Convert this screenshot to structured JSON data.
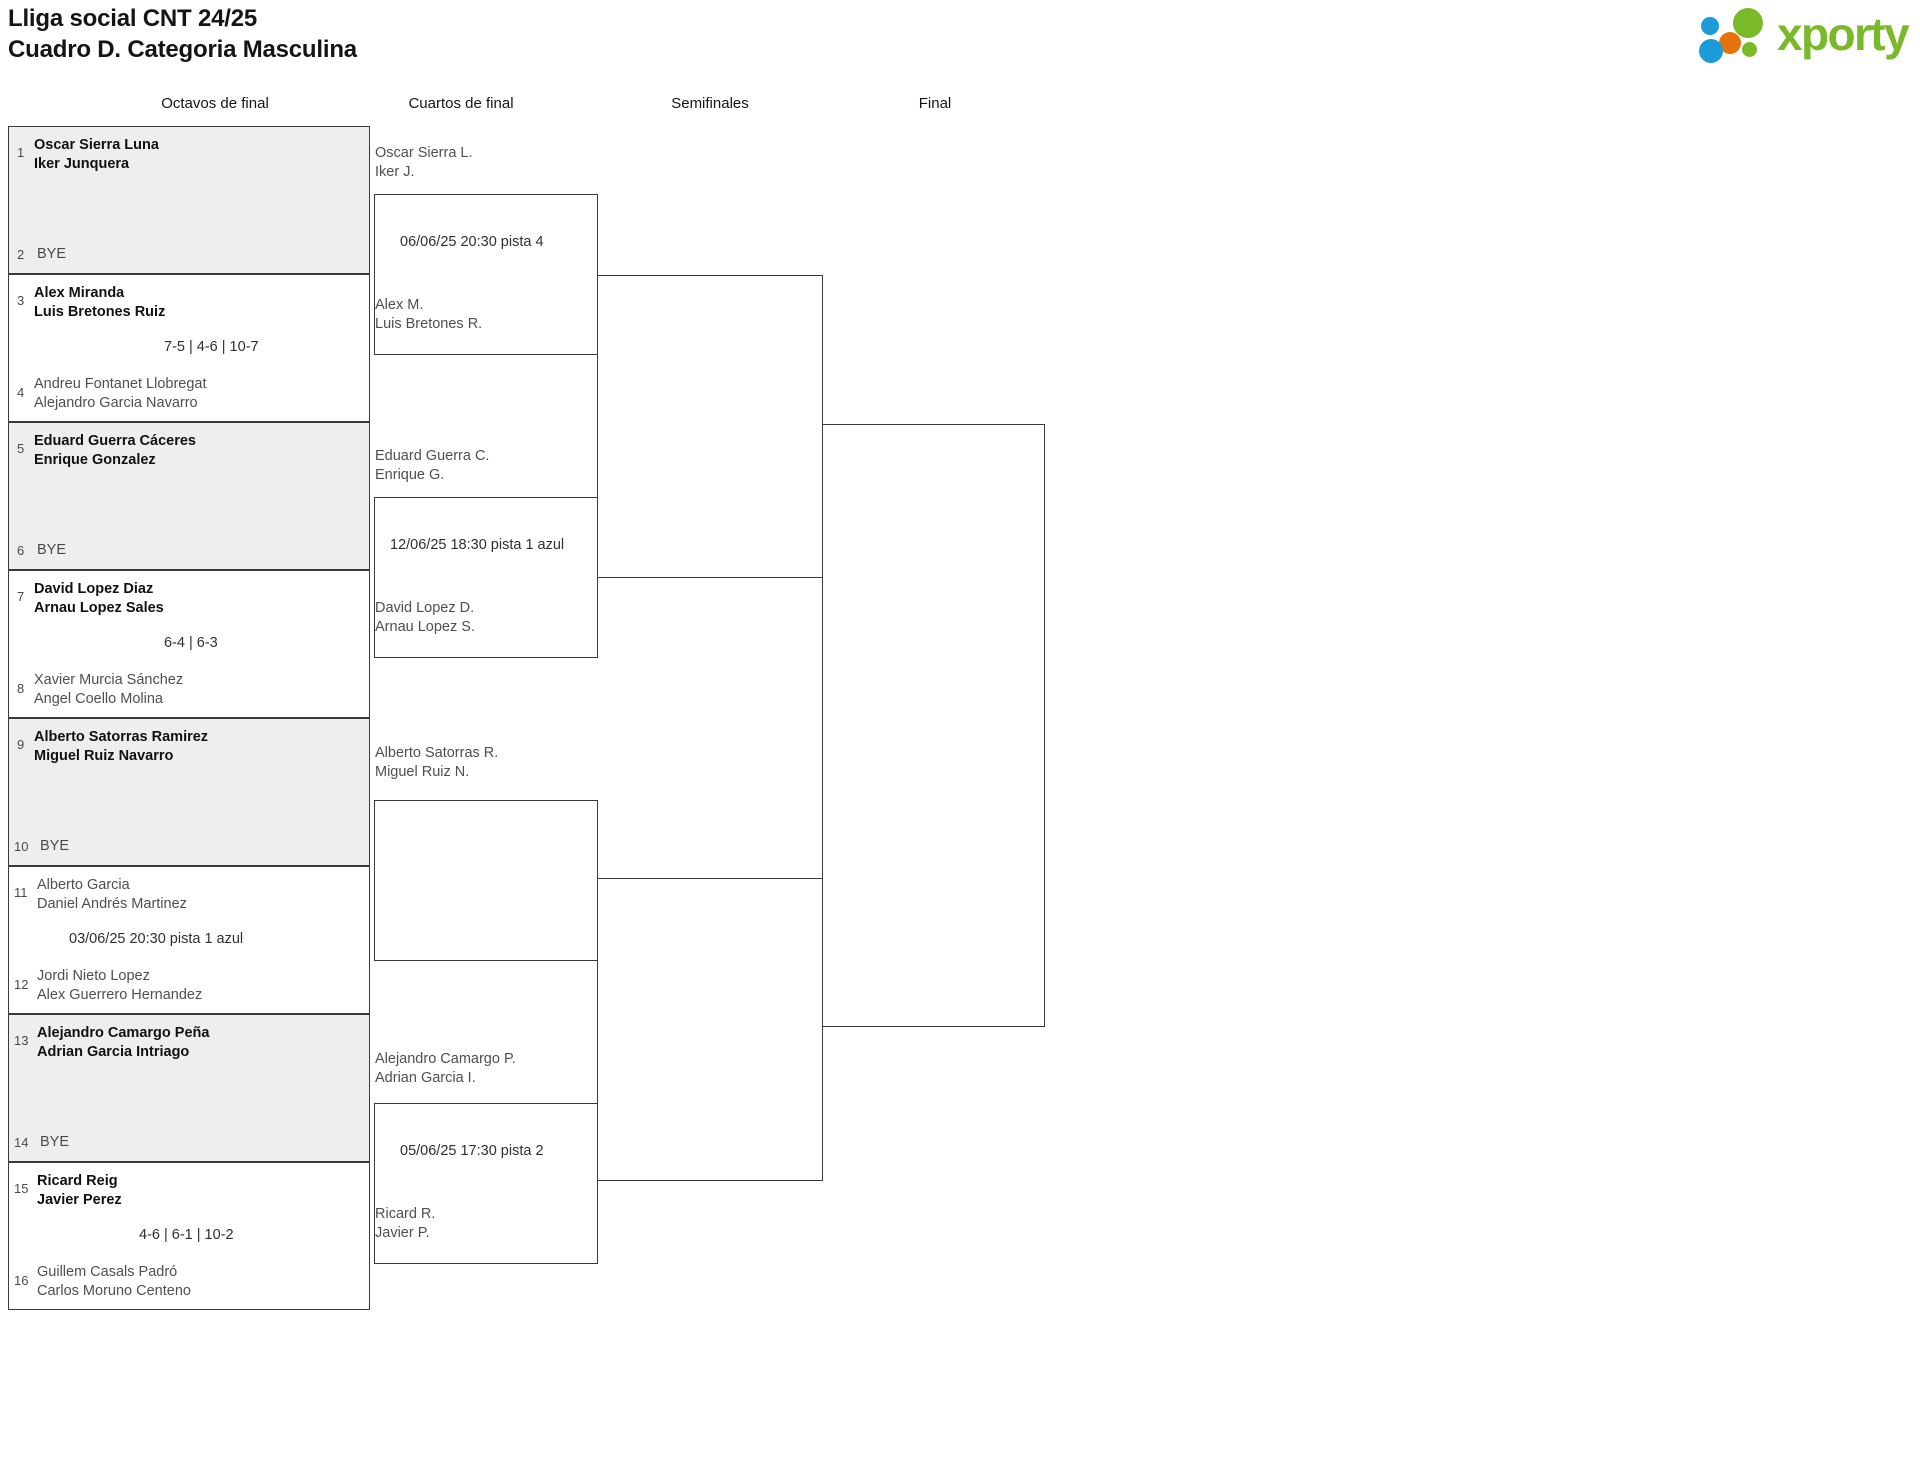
{
  "header": {
    "title_line1": "Lliga social CNT 24/25",
    "title_line2": "Cuadro D. Categoria Masculina",
    "logo_word": "xporty",
    "logo_colors": {
      "blue": "#1B9BD8",
      "orange": "#E4720D",
      "green": "#7AB929"
    }
  },
  "rounds": [
    {
      "label": "Octavos de final"
    },
    {
      "label": "Cuartos de final"
    },
    {
      "label": "Semifinales"
    },
    {
      "label": "Final"
    }
  ],
  "bye_label": "BYE",
  "round1": {
    "matches": [
      {
        "top": {
          "seed": "1",
          "line1": "Oscar Sierra Luna",
          "line2": "Iker Junquera",
          "state": "winner"
        },
        "bottom": {
          "seed": "2",
          "line1": "BYE",
          "line2": "",
          "state": "bye"
        },
        "score": ""
      },
      {
        "top": {
          "seed": "3",
          "line1": "Alex Miranda",
          "line2": "Luis Bretones Ruiz",
          "state": "winner"
        },
        "bottom": {
          "seed": "4",
          "line1": "Andreu Fontanet Llobregat",
          "line2": "Alejandro Garcia Navarro",
          "state": "loser"
        },
        "score": "7-5 | 4-6 | 10-7"
      },
      {
        "top": {
          "seed": "5",
          "line1": "Eduard Guerra Cáceres",
          "line2": "Enrique Gonzalez",
          "state": "winner"
        },
        "bottom": {
          "seed": "6",
          "line1": "BYE",
          "line2": "",
          "state": "bye"
        },
        "score": ""
      },
      {
        "top": {
          "seed": "7",
          "line1": "David Lopez Diaz",
          "line2": "Arnau Lopez Sales",
          "state": "winner"
        },
        "bottom": {
          "seed": "8",
          "line1": "Xavier Murcia Sánchez",
          "line2": "Angel Coello Molina",
          "state": "loser"
        },
        "score": "6-4 | 6-3"
      },
      {
        "top": {
          "seed": "9",
          "line1": "Alberto Satorras Ramirez",
          "line2": "Miguel Ruiz Navarro",
          "state": "winner"
        },
        "bottom": {
          "seed": "10",
          "line1": "BYE",
          "line2": "",
          "state": "bye"
        },
        "score": ""
      },
      {
        "top": {
          "seed": "11",
          "line1": "Alberto Garcia",
          "line2": "Daniel Andrés Martinez",
          "state": "loser"
        },
        "bottom": {
          "seed": "12",
          "line1": "Jordi Nieto Lopez",
          "line2": "Alex Guerrero Hernandez",
          "state": "loser"
        },
        "score": "03/06/25 20:30 pista 1 azul"
      },
      {
        "top": {
          "seed": "13",
          "line1": "Alejandro Camargo Peña",
          "line2": "Adrian Garcia Intriago",
          "state": "winner"
        },
        "bottom": {
          "seed": "14",
          "line1": "BYE",
          "line2": "",
          "state": "bye"
        },
        "score": ""
      },
      {
        "top": {
          "seed": "15",
          "line1": "Ricard Reig",
          "line2": "Javier Perez",
          "state": "winner"
        },
        "bottom": {
          "seed": "16",
          "line1": "Guillem Casals Padró",
          "line2": "Carlos Moruno Centeno",
          "state": "loser"
        },
        "score": "4-6 | 6-1 | 10-2"
      }
    ]
  },
  "round2": {
    "matches": [
      {
        "top": {
          "line1": "Oscar Sierra L.",
          "line2": "Iker J."
        },
        "bottom": {
          "line1": "Alex M.",
          "line2": "Luis Bretones R."
        },
        "date": "06/06/25 20:30 pista 4"
      },
      {
        "top": {
          "line1": "Eduard Guerra C.",
          "line2": "Enrique G."
        },
        "bottom": {
          "line1": "David Lopez D.",
          "line2": "Arnau Lopez S."
        },
        "date": "12/06/25 18:30 pista 1 azul"
      },
      {
        "top": {
          "line1": "Alberto Satorras R.",
          "line2": "Miguel Ruiz N."
        },
        "bottom": {
          "line1": "",
          "line2": ""
        },
        "date": ""
      },
      {
        "top": {
          "line1": "Alejandro Camargo P.",
          "line2": "Adrian Garcia I."
        },
        "bottom": {
          "line1": "Ricard R.",
          "line2": "Javier P."
        },
        "date": "05/06/25 17:30 pista 2"
      }
    ]
  },
  "round3": {
    "matches": [
      {
        "top": {
          "line1": "",
          "line2": ""
        },
        "bottom": {
          "line1": "",
          "line2": ""
        },
        "date": ""
      },
      {
        "top": {
          "line1": "",
          "line2": ""
        },
        "bottom": {
          "line1": "",
          "line2": ""
        },
        "date": ""
      }
    ]
  },
  "round4": {
    "matches": [
      {
        "top": {
          "line1": "",
          "line2": ""
        },
        "bottom": {
          "line1": "",
          "line2": ""
        },
        "date": ""
      }
    ]
  }
}
